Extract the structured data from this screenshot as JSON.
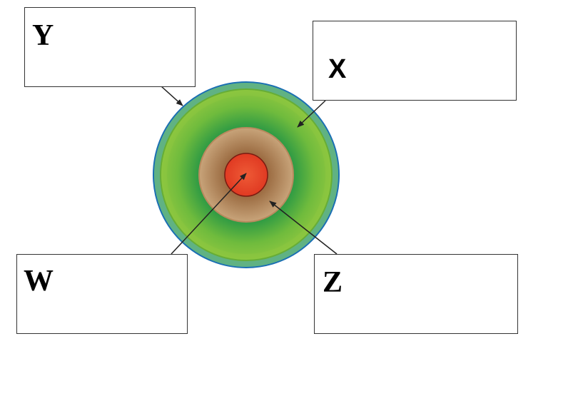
{
  "labels": {
    "y": "Y",
    "x": "X",
    "w": "W",
    "z": "Z"
  },
  "colors": {
    "outer_ring": "#2a9ad6",
    "outer_ring_edge": "#1b6fb3",
    "mantle_light": "#8dc63f",
    "mantle_dark": "#2e9a44",
    "outer_core": "#c8a47a",
    "outer_core_dark": "#8a5a32",
    "inner_core": "#e8402a",
    "arrow": "#222222"
  }
}
